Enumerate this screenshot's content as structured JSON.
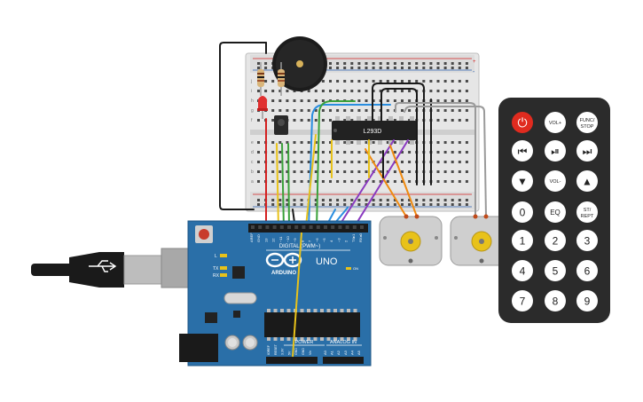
{
  "breadboard": {
    "row_letters_top": [
      "j",
      "i",
      "h",
      "g",
      "f"
    ],
    "row_letters_bottom": [
      "e",
      "d",
      "c",
      "b",
      "a"
    ],
    "rail_plus": "+",
    "rail_minus": "-"
  },
  "driver_chip": {
    "label": "L293D"
  },
  "arduino": {
    "brand": "ARDUINO",
    "model": "UNO",
    "digital_label": "DIGITAL (PWM~)",
    "power_label": "POWER",
    "analog_label": "ANALOG IN",
    "led_l": "L",
    "led_tx": "TX",
    "led_rx": "RX",
    "on_label": "ON",
    "digital_pins": [
      "AREF",
      "GND",
      "13",
      "12",
      "~11",
      "~10",
      "~9",
      "8",
      "7",
      "~6",
      "~5",
      "4",
      "~3",
      "2",
      "TX▸1",
      "RX◂0"
    ],
    "power_pins": [
      "IOREF",
      "RESET",
      "3.3V",
      "5V",
      "GND",
      "GND",
      "Vin"
    ],
    "analog_pins": [
      "A0",
      "A1",
      "A2",
      "A3",
      "A4",
      "A5"
    ]
  },
  "remote": {
    "power_button": "⏻",
    "buttons": [
      {
        "id": "vol-up",
        "label": "VOL+"
      },
      {
        "id": "func-stop",
        "label": "FUNC/STOP"
      },
      {
        "id": "prev",
        "label": "⏮"
      },
      {
        "id": "play-pause",
        "label": "⏯"
      },
      {
        "id": "next",
        "label": "⏭"
      },
      {
        "id": "down",
        "label": "▼"
      },
      {
        "id": "vol-down",
        "label": "VOL-"
      },
      {
        "id": "up",
        "label": "▲"
      },
      {
        "id": "num-0",
        "label": "0"
      },
      {
        "id": "eq",
        "label": "EQ"
      },
      {
        "id": "st-rept",
        "label": "ST/REPT"
      },
      {
        "id": "num-1",
        "label": "1"
      },
      {
        "id": "num-2",
        "label": "2"
      },
      {
        "id": "num-3",
        "label": "3"
      },
      {
        "id": "num-4",
        "label": "4"
      },
      {
        "id": "num-5",
        "label": "5"
      },
      {
        "id": "num-6",
        "label": "6"
      },
      {
        "id": "num-7",
        "label": "7"
      },
      {
        "id": "num-8",
        "label": "8"
      },
      {
        "id": "num-9",
        "label": "9"
      }
    ]
  },
  "colors": {
    "board_blue": "#2a6fa8",
    "breadboard": "#e8e8e8",
    "wire_red": "#d42020",
    "wire_yellow": "#e8c21a",
    "wire_green": "#3aa13a",
    "wire_blue": "#2a8ee0",
    "wire_purple": "#8a3ac0",
    "wire_orange": "#f08a10",
    "wire_black": "#1a1a1a",
    "wire_gray": "#9a9a9a",
    "remote_body": "#2b2b2b",
    "power_red": "#e02b1f"
  }
}
